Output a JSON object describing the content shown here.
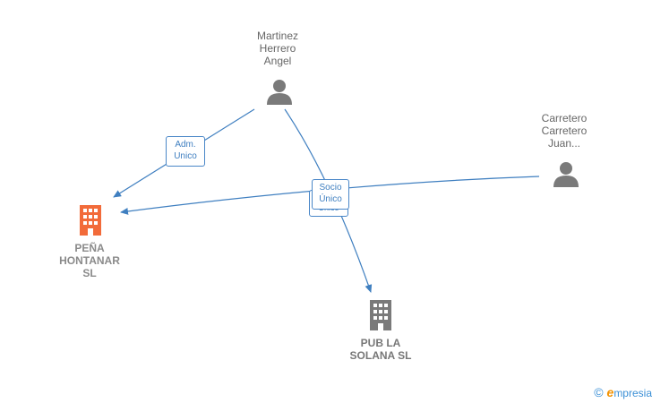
{
  "nodes": {
    "martinez": {
      "lines": [
        "Martinez",
        "Herrero",
        "Angel"
      ]
    },
    "carretero": {
      "lines": [
        "Carretero",
        "Carretero",
        "Juan..."
      ]
    },
    "pena": {
      "lines": [
        "PEÑA",
        "HONTANAR",
        "SL"
      ]
    },
    "pub": {
      "lines": [
        "PUB LA",
        "SOLANA SL"
      ]
    }
  },
  "relations": {
    "adm": {
      "lines": [
        "Adm.",
        "Unico"
      ]
    },
    "socio": {
      "lines": [
        "Socio",
        "Único"
      ]
    },
    "socio_back": {
      "text": "Único"
    }
  },
  "colors": {
    "edge": "#3f7fc0",
    "person": "#7a7a7a",
    "company_main": "#f26b3a",
    "company": "#7a7a7a"
  },
  "brand": {
    "copyright": "©",
    "initial": "e",
    "name": "mpresia"
  }
}
